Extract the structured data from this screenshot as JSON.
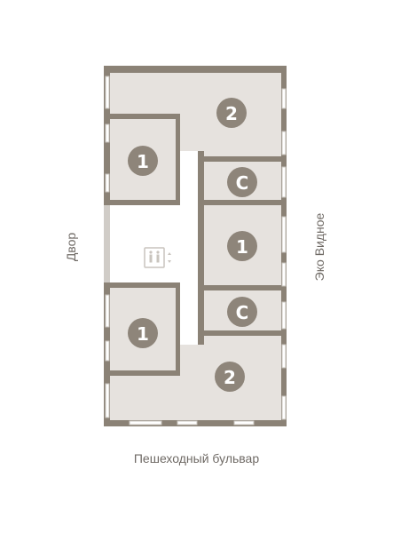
{
  "labels": {
    "bottom": "Пешеходный бульвар",
    "left": "Двор",
    "right": "Эко Видное"
  },
  "units": [
    {
      "label": "2"
    },
    {
      "label": "1"
    },
    {
      "label": "C"
    },
    {
      "label": "1"
    },
    {
      "label": "C"
    },
    {
      "label": "1"
    },
    {
      "label": "2"
    }
  ],
  "icons": {
    "elevator": "elevator-icon"
  },
  "colors": {
    "wall": "#8b8276",
    "room": "#e6e2de",
    "badge": "#8e857a",
    "text": "#6f6a65",
    "corridor": "#ffffff"
  }
}
